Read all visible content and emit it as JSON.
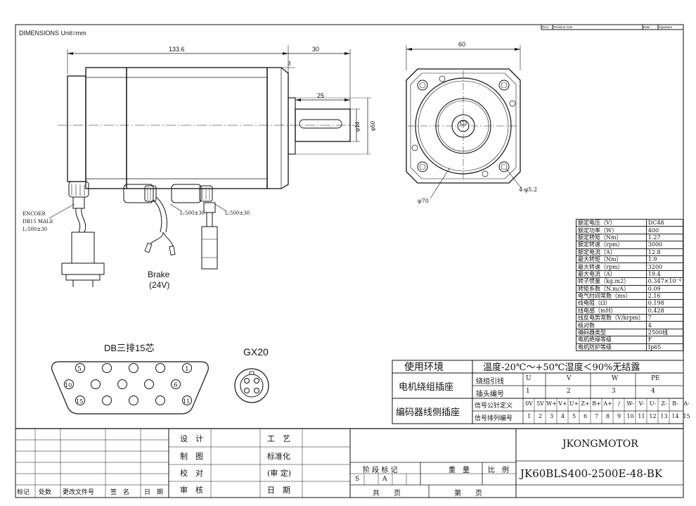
{
  "header": {
    "dimensions_label": "DIMENSIONS   Unit=mm",
    "revision_cols": [
      "Revi",
      "Revision note",
      "Date",
      "Signature"
    ]
  },
  "side_view": {
    "dim_length": "133.6",
    "dim_shaft": "30",
    "dim_flange": "3",
    "dim_key": "25",
    "dim_shaft_dia": "φ14",
    "dim_pilot_dia": "φ50",
    "encoder_note": [
      "ENCOER",
      "DB15 MALE",
      "L:500±30"
    ],
    "cable1_note": "L:500±30",
    "cable2_note": "L:500±30",
    "brake_label": "Brake",
    "brake_voltage": "(24V)"
  },
  "front_view": {
    "dim_width": "60",
    "dim_bolt_circle": "φ70",
    "dim_holes": "4-φ5.2"
  },
  "connectors": {
    "db_title": "DB三排15芯",
    "db_pins_row1": [
      "5",
      "",
      "",
      "",
      "1"
    ],
    "db_pins_row2": [
      "10",
      "",
      "",
      "",
      "6"
    ],
    "db_pins_row3": [
      "15",
      "",
      "",
      "",
      "11"
    ],
    "gx_title": "GX20"
  },
  "spec_table": [
    [
      "额定电压（V）",
      "DC48"
    ],
    [
      "额定功率（W）",
      "400"
    ],
    [
      "额定转矩（Nm）",
      "1.27"
    ],
    [
      "额定转速（rpm）",
      "3000"
    ],
    [
      "额定电流（A）",
      "12.8"
    ],
    [
      "最大转矩（Nm）",
      "1.9"
    ],
    [
      "最大转速（rpm）",
      "3200"
    ],
    [
      "最大电流（A）",
      "19.4"
    ],
    [
      "转子惯量（kg.m2）",
      "0.347×10⁻⁴"
    ],
    [
      "转矩系数（N.m/A）",
      "0.09"
    ],
    [
      "电气时间常数（ms）",
      "2.16"
    ],
    [
      "线电阻（Ω）",
      "0.198"
    ],
    [
      "线电感（mH）",
      "0.428"
    ],
    [
      "线反电势常数（V/krpm）",
      "7"
    ],
    [
      "极对数",
      "4"
    ],
    [
      "编码器类型",
      "2500线"
    ],
    [
      "电机绝缘等级",
      "F"
    ],
    [
      "电机防护等级",
      "Ip65"
    ]
  ],
  "env": {
    "label": "使用环境",
    "value": "温度-20℃～+50℃湿度＜90%无结露"
  },
  "motor_socket": {
    "label": "电机绕组插座",
    "row1_title": "绕组引线",
    "row1": [
      "U",
      "V",
      "W",
      "PE"
    ],
    "row2_title": "插头编号",
    "row2": [
      "1",
      "2",
      "3",
      "4"
    ]
  },
  "encoder_socket": {
    "label": "编码器线侧插座",
    "row1_title": "信号公针定义",
    "row1": [
      "0V",
      "5V",
      "W+",
      "V+",
      "U+",
      "Z+",
      "B+",
      "A+",
      "/",
      "W-",
      "V-",
      "U-",
      "Z-",
      "B-",
      "A-"
    ],
    "row2_title": "信号排列编号",
    "row2": [
      "1",
      "2",
      "3",
      "4",
      "5",
      "6",
      "7",
      "8",
      "9",
      "10",
      "11",
      "12",
      "13",
      "14",
      "15"
    ]
  },
  "title_block": {
    "sign_rows": [
      "设　计",
      "制　图",
      "校　对",
      "审　核"
    ],
    "right_rows": [
      "工　艺",
      "标准化",
      "(审 定)",
      "日　期"
    ],
    "revision_cols": [
      "标记",
      "处数",
      "更改文件号",
      "签　名",
      "日　期"
    ],
    "stage_label": "阶 段 标 记",
    "weight_label": "重　量",
    "scale_label": "比　例",
    "stage_s": "S",
    "stage_a": "A",
    "total_label": "共　　页",
    "page_label": "第　　页",
    "company": "JKONGMOTOR",
    "model": "JK60BLS400-2500E-48-BK"
  }
}
